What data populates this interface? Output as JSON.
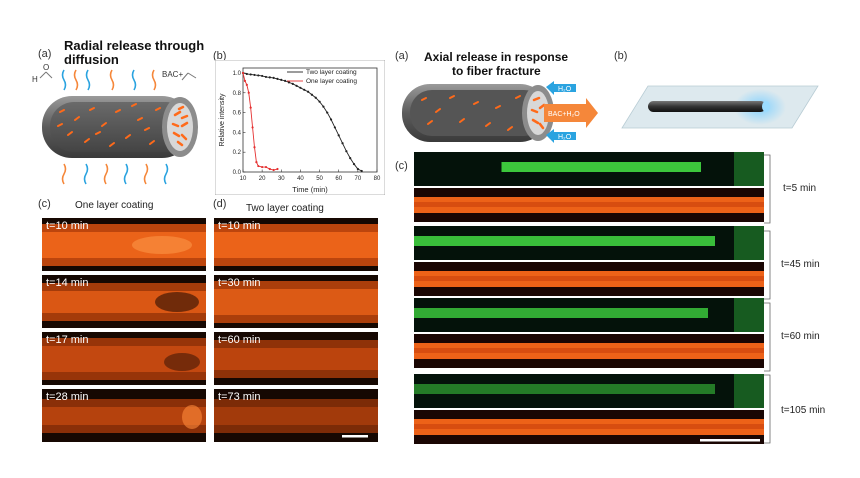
{
  "left": {
    "a_letter": "(a)",
    "a_title_line1": "Radial release through",
    "a_title_line2": "diffusion",
    "bac_label": "BAC+",
    "h_label": "H",
    "o_label": "O",
    "b_letter": "(b)",
    "c_letter": "(c)",
    "c_title": "One layer coating",
    "d_letter": "(d)",
    "d_title": "Two layer coating",
    "one_layer_times": [
      "t=10 min",
      "t=14 min",
      "t=17 min",
      "t=28 min"
    ],
    "two_layer_times": [
      "t=10 min",
      "t=30 min",
      "t=60 min",
      "t=73 min"
    ]
  },
  "right": {
    "a_letter": "(a)",
    "a_title_line1": "Axial release in response",
    "a_title_line2": "to fiber fracture",
    "h2o_label": "H₂O",
    "bac_h2o_label": "BAC+H₂O",
    "b_letter": "(b)",
    "c_letter": "(c)",
    "times": [
      "t=5 min",
      "t=45 min",
      "t=60 min",
      "t=105 min"
    ]
  },
  "colors": {
    "orange": "#ff6a1a",
    "green": "#3fd23f",
    "blue_arrow": "#2aa3e0",
    "orange_arrow": "#f5873a"
  },
  "chart_data": {
    "type": "line",
    "xlabel": "Time (min)",
    "ylabel": "Relative intensity",
    "xlim": [
      10,
      80
    ],
    "ylim": [
      0.0,
      1.05
    ],
    "xticks": [
      10,
      20,
      30,
      40,
      50,
      60,
      70,
      80
    ],
    "yticks": [
      0.0,
      0.2,
      0.4,
      0.6,
      0.8,
      1.0
    ],
    "legend_position": "top-right",
    "series": [
      {
        "name": "Two layer coating",
        "color": "#222222",
        "x": [
          10,
          12,
          14,
          16,
          18,
          20,
          22,
          24,
          26,
          28,
          30,
          32,
          34,
          36,
          38,
          40,
          42,
          44,
          46,
          48,
          50,
          52,
          54,
          56,
          58,
          60,
          62,
          64,
          66,
          68,
          70,
          72
        ],
        "y": [
          1.0,
          0.99,
          0.985,
          0.98,
          0.975,
          0.97,
          0.96,
          0.955,
          0.95,
          0.94,
          0.93,
          0.92,
          0.905,
          0.89,
          0.87,
          0.85,
          0.83,
          0.81,
          0.78,
          0.75,
          0.71,
          0.66,
          0.6,
          0.53,
          0.45,
          0.37,
          0.29,
          0.21,
          0.14,
          0.08,
          0.03,
          0.01
        ]
      },
      {
        "name": "One layer coating",
        "color": "#e53030",
        "x": [
          10,
          11,
          12,
          13,
          14,
          15,
          16,
          17,
          18,
          20,
          22,
          24,
          26,
          28
        ],
        "y": [
          1.0,
          0.92,
          0.88,
          0.8,
          0.65,
          0.45,
          0.25,
          0.1,
          0.06,
          0.05,
          0.05,
          0.03,
          0.02,
          0.03
        ]
      }
    ]
  }
}
